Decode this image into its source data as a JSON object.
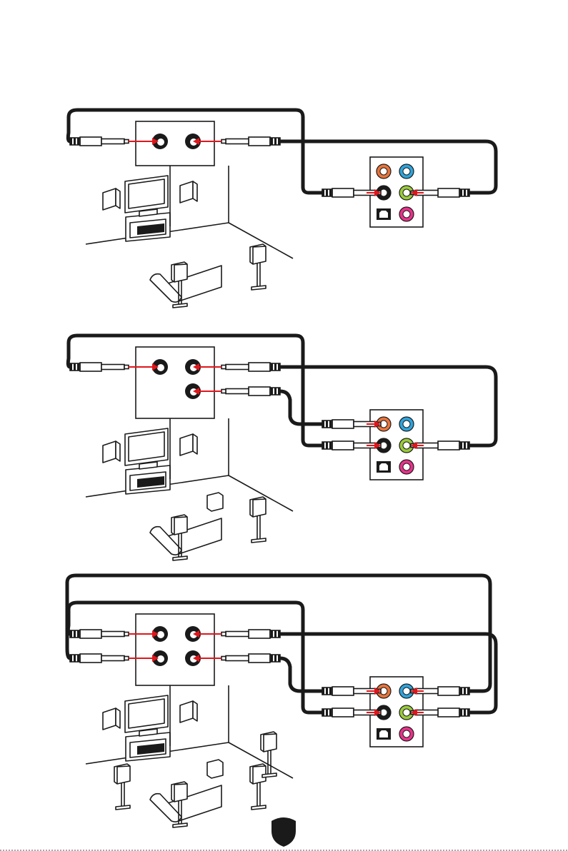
{
  "diagrams": [
    {
      "id": "2-channel",
      "receiver_jacks": 2,
      "speakers": "stereo"
    },
    {
      "id": "4-channel",
      "receiver_jacks": 3,
      "speakers": "quad"
    },
    {
      "id": "5.1-channel",
      "receiver_jacks": 4,
      "speakers": "surround"
    }
  ],
  "io_panel": {
    "jack_colors": {
      "orange": "#e8743b",
      "blue": "#2fa4dc",
      "black": "#1a1a1a",
      "lime": "#9bcb3a",
      "pink": "#e8328a",
      "optical": "optical-spdif"
    }
  },
  "accent": {
    "arrow": "#e0161b"
  },
  "footer": {
    "badge_icon": "msi-shield-icon"
  }
}
